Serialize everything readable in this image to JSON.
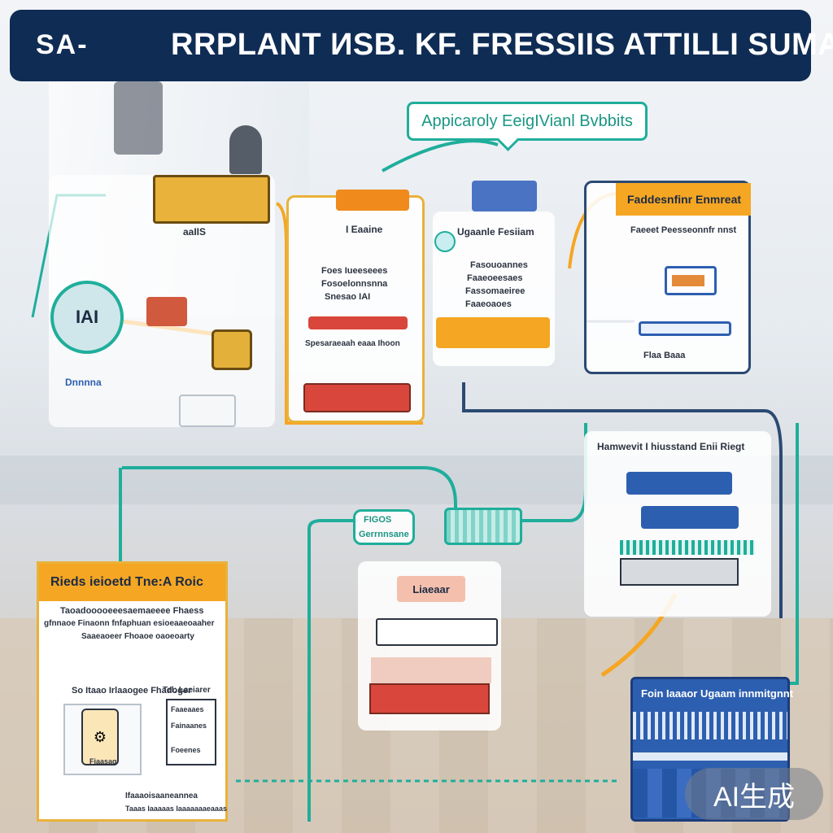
{
  "header": {
    "short_label": "SA-",
    "title": "RRPLANT ИSB. KF. FRESSIIS ATTILLI SUMAIP"
  },
  "callout": {
    "label": "Appicaroly EeigIVianl Bvbbits"
  },
  "panel_left": {
    "badge_label": "aaIIS",
    "circle_label": "IAI",
    "sub_label": "Dnnnna"
  },
  "panel_a": {
    "heading": "I Eaaine",
    "lines": [
      "Foes Iueeseees",
      "Fosoelonnsnna",
      "Snesao IAI"
    ],
    "section_label": "Spesaraeaah eaaa Ihoon"
  },
  "panel_b": {
    "heading": "Ugaanle Fesiiam",
    "lines": [
      "Fasouoannes",
      "Faaeoeesaes",
      "Fassomaeiree",
      "Faaeoaoes"
    ]
  },
  "panel_c": {
    "tab_label": "Faddesnfinr Enmreat",
    "heading": "Faeeet Peesseonnfr nnst",
    "footer_label": "Flaa Baaa"
  },
  "panel_d": {
    "heading": "Hamwevit I hiusstand Enii Riegt"
  },
  "process_label": {
    "line1": "FIGOS",
    "line2": "Gerrnnsane"
  },
  "center_panel": {
    "tag_label": "Liaeaar"
  },
  "panel_e": {
    "tab_label": "Rieds ieioetd Tne:A Roic",
    "lines": [
      "Taoadooooeeesaemaeeee Fhaess",
      "gfnnaoe Finaonn fnfaphuan esioeaaeoaaher",
      "Saaeaoeer Fhoaoe oaoeoarty"
    ],
    "subheading": "So Itaao Irlaaogee Fhadoger",
    "sub_heading_right": "Tel: Laeiarer",
    "sub_items": [
      "Faaeaaes",
      "Fainaanes",
      "Foeenes"
    ],
    "icon_label": "Fiaasag",
    "footer_lines": [
      "Ifaaaoisaaneannea",
      "Taaas Iaaaaas Iaaaaaaaeaaas"
    ]
  },
  "panel_f": {
    "heading": "Foin   Iaaaor Ugaam innmitgnnt"
  },
  "ai_badge": {
    "label": "AI生成"
  },
  "colors": {
    "navy": "#0f2c54",
    "teal": "#1fae9b",
    "orange": "#f5a623",
    "red": "#d9463b",
    "blue": "#2d5fb0"
  }
}
